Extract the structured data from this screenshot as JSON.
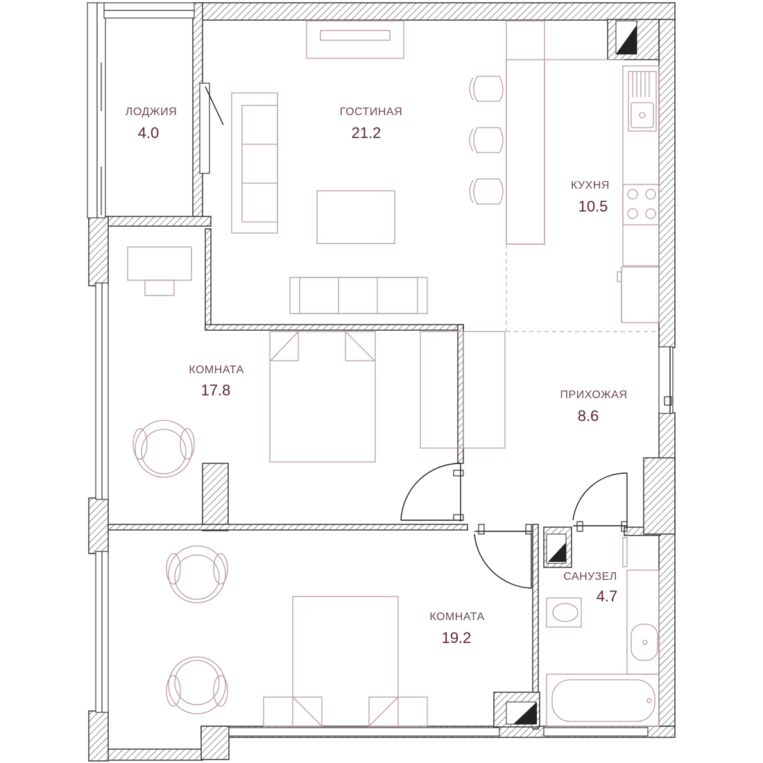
{
  "rooms": {
    "loggia": {
      "name": "ЛОДЖИЯ",
      "area": "4.0"
    },
    "living": {
      "name": "ГОСТИНАЯ",
      "area": "21.2"
    },
    "kitchen": {
      "name": "КУХНЯ",
      "area": "10.5"
    },
    "room1": {
      "name": "КОМНАТА",
      "area": "17.8"
    },
    "hall": {
      "name": "ПРИХОЖАЯ",
      "area": "8.6"
    },
    "room2": {
      "name": "КОМНАТА",
      "area": "19.2"
    },
    "bathroom": {
      "name": "САНУЗЕЛ",
      "area": "4.7"
    }
  },
  "colors": {
    "wall_outline": "#2a2a2a",
    "furniture": "#b89aa4",
    "label_name": "#6b4753",
    "label_area": "#5a2338"
  }
}
